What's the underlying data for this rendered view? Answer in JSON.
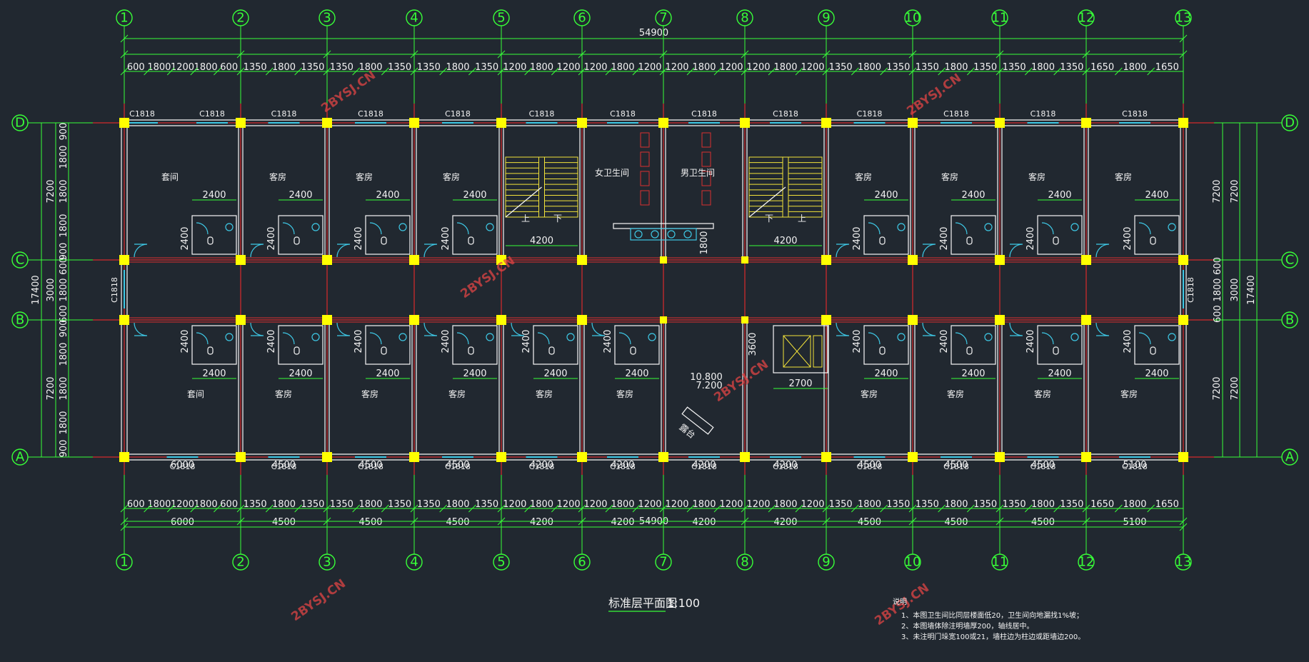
{
  "grid": {
    "columns": [
      "1",
      "2",
      "3",
      "4",
      "5",
      "6",
      "7",
      "8",
      "9",
      "10",
      "11",
      "12",
      "13"
    ],
    "rows": [
      "D",
      "C",
      "B",
      "A"
    ]
  },
  "dimensions": {
    "total": "54900",
    "bays": [
      "6000",
      "4500",
      "4500",
      "4500",
      "4200",
      "4200",
      "4200",
      "4200",
      "4500",
      "4500",
      "4500",
      "5100"
    ],
    "details": [
      "600",
      "1800",
      "1200",
      "1800",
      "600",
      "1350",
      "1800",
      "1350",
      "1350",
      "1800",
      "1350",
      "1350",
      "1800",
      "1350",
      "1200",
      "1800",
      "1200",
      "1200",
      "1800",
      "1200",
      "1200",
      "1800",
      "1200",
      "1200",
      "1800",
      "1200",
      "1350",
      "1800",
      "1350",
      "1350",
      "1800",
      "1350",
      "1350",
      "1800",
      "1350",
      "1650",
      "1800",
      "1650"
    ],
    "left_detail": [
      "900",
      "1800",
      "1800",
      "1800",
      "900",
      "600",
      "1800",
      "600",
      "900",
      "1800",
      "1800",
      "1800",
      "900"
    ],
    "left_spans": [
      "7200",
      "3000",
      "7200"
    ],
    "side_total": "17400",
    "right_spans": [
      "7200",
      "3000",
      "7200"
    ],
    "right_detail": [
      "600",
      "1800",
      "600"
    ],
    "inner": {
      "d2400": "2400",
      "d4200": "4200",
      "d1800": "1800",
      "d3600": "3600",
      "d2700": "2700",
      "elev_top": "10.800",
      "elev_bottom": "7.200"
    }
  },
  "window_label": "C1818",
  "rooms": {
    "guest": "客房",
    "suite": "套间",
    "women_wc": "女卫生间",
    "men_wc": "男卫生间",
    "up": "上",
    "down": "下",
    "balcony": "露台"
  },
  "watermark": "2BYSJ.CN",
  "title": "标准层平面图",
  "scale": "1:100",
  "notes": {
    "heading": "说明",
    "lines": [
      "1、本图卫生间比同层楼面低20，卫生间向地漏找1%坡；",
      "2、本图墙体除注明墙厚200，轴线居中。",
      "3、未注明门垛宽100或21，墙柱边为柱边或距墙边200。"
    ]
  },
  "colors": {
    "background": "#212830",
    "dimension": "#38ff38",
    "axis": "#ff2a2a",
    "column": "#ffff00",
    "window": "#3ec9e6",
    "stair": "#f3e33a",
    "watermark": "#e04444"
  }
}
